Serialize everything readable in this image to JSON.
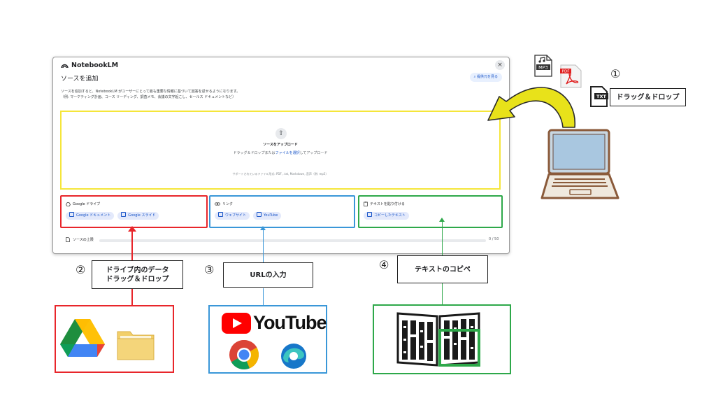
{
  "dialog": {
    "brand": "NotebookLM",
    "close_glyph": "×",
    "title": "ソースを追加",
    "find_sources_button": "提供元を見る",
    "description_line1": "ソースを追加すると、NotebookLM がユーザーにとって最も重要な情報に基づいて回答を返せるようになります。",
    "description_line2": "（例: マーケティング計画、コース リーディング、調査メモ、会議の文字起こし、セールス ドキュメントなど）",
    "upload": {
      "icon_glyph": "⇧",
      "title": "ソースをアップロード",
      "hint_before": "ドラッグ＆ドロップまたは",
      "hint_link": "ファイルを選択",
      "hint_after": "してアップロード",
      "formats": "サポートされているファイル形式: PDF, .txt, Markdown, 音声（例: mp3）"
    },
    "drive": {
      "title": "Google ドライブ",
      "chips": [
        "Google ドキュメント",
        "Google スライド"
      ]
    },
    "link": {
      "title": "リンク",
      "chips": [
        "ウェブサイト",
        "YouTube"
      ]
    },
    "paste": {
      "title": "テキストを貼り付ける",
      "chips": [
        "コピーしたテキスト"
      ]
    },
    "limit": {
      "label": "ソースの上限",
      "count": "0 / 50",
      "progress": 0
    }
  },
  "annotations": {
    "n1": "①",
    "n2": "②",
    "n3": "③",
    "n4": "④",
    "label1": "ドラッグ＆ドロップ",
    "label2_line1": "ドライブ内のデータ",
    "label2_line2": "ドラッグ＆ドロップ",
    "label3": "URLの入力",
    "label4": "テキストのコピペ"
  },
  "file_icons": {
    "mp3": "MP3",
    "pdf": "PDF",
    "txt": "TXT"
  },
  "youtube_wordmark": "YouTube",
  "colors": {
    "yellow": "#f5e63a",
    "red": "#e8262b",
    "blue": "#3a97d8",
    "green": "#2ea84a",
    "chip_bg": "#e3e9fb",
    "link_blue": "#1a56c8"
  }
}
